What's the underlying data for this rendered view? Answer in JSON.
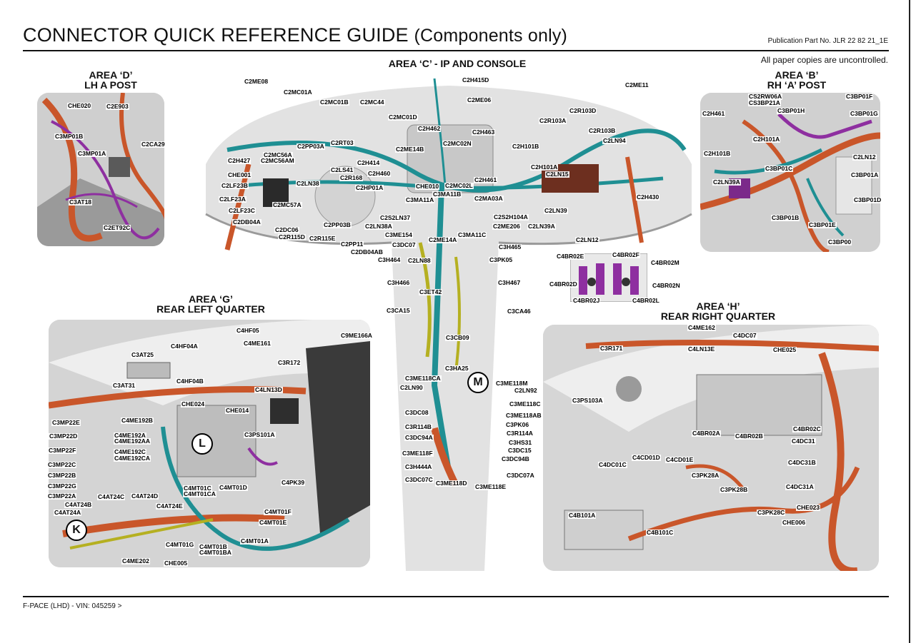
{
  "header": {
    "title": "CONNECTOR QUICK REFERENCE GUIDE",
    "title_suffix": "(Components only)",
    "publication": "Publication Part No. JLR 22 82 21_1E",
    "copies_note": "All paper copies are uncontrolled."
  },
  "footer": {
    "vehicle": "F-PACE (LHD) - VIN: 045259 >"
  },
  "colors": {
    "harness_teal": "#1f8f93",
    "harness_orange": "#c9562a",
    "harness_purple": "#8e2fa0",
    "harness_yellow": "#b5b021",
    "body_grey": "#c8c8c8"
  },
  "areas": {
    "d": {
      "line1": "AREA ‘D’",
      "line2": "LH A POST",
      "labels": [
        "CHE020",
        "C2E903",
        "C3MP01B",
        "C3MP01A",
        "C2CA29",
        "C3AT18",
        "C2ET92C"
      ]
    },
    "c": {
      "line1": "AREA ‘C’ - IP AND CONSOLE",
      "labels": [
        "C2ME08",
        "C2H415D",
        "C2ME11",
        "C2MC01A",
        "C2ME06",
        "C2MC01B",
        "C2MC44",
        "C2R103D",
        "C2MC01D",
        "C2R103A",
        "C2H462",
        "C2H463",
        "C2R103B",
        "C2RT03",
        "C2PP03A",
        "C2ME14B",
        "C2MC02N",
        "C2H101B",
        "C2LN94",
        "C2H427",
        "C2MC56A",
        "C2MC56AM",
        "C2H414",
        "C2H101A",
        "C2LS41",
        "C2H460",
        "C2LN15",
        "CHE001",
        "C2R168",
        "C2LN38",
        "C2HP01A",
        "CHE010",
        "C2MC02L",
        "C2H461",
        "C2LF23B",
        "C3MA11B",
        "C2LF23A",
        "C3MA11A",
        "C2MA03A",
        "C2H430",
        "C2LF23C",
        "C2MC57A",
        "C2LN39",
        "C2DB04A",
        "C2PP03B",
        "C2LN38A",
        "C2S2LN37",
        "C2S2H104A",
        "C2DC06",
        "C2ME206",
        "C2LN39A",
        "C2R115D",
        "C2R115E",
        "C3ME154",
        "C3MA11C",
        "C2LN12",
        "C2PP11",
        "C2ME14A",
        "C3DC07",
        "C2DB04AB",
        "C3H465",
        "C3H464",
        "C2LN88",
        "C3PK05",
        "C3H466",
        "C3H467",
        "C3ET42",
        "C3CA15",
        "C3CA46",
        "C3CB09",
        "C3HA25",
        "C3ME118CA",
        "C3ME118M",
        "C2LN90",
        "C2LN92",
        "C3ME118C",
        "C3DC08",
        "C3ME118AB",
        "C3PK06",
        "C3R114B",
        "C3R114A",
        "C3DC94A",
        "C3HS31",
        "C3ME118F",
        "C3DC15",
        "C3DC94B",
        "C3H444A",
        "C3DC07A",
        "C3DC07C",
        "C3ME118D",
        "C3ME118E"
      ]
    },
    "b": {
      "line1": "AREA ‘B’",
      "line2": "RH ‘A’ POST",
      "labels": [
        "CS2RW06A",
        "CS3BP21A",
        "C3BP01F",
        "C2H461",
        "C3BP01H",
        "C3BP01G",
        "C2H101A",
        "C2H101B",
        "C2LN12",
        "C3BP01C",
        "C2LN39A",
        "C3BP01A",
        "C3BP01D",
        "C3BP01B",
        "C3BP01E",
        "C3BP00"
      ]
    },
    "bf": {
      "labels": [
        "C4BR02E",
        "C4BR02F",
        "C4BR02M",
        "C4BR02D",
        "C4BR02N",
        "C4BR02J",
        "C4BR02L"
      ]
    },
    "g": {
      "line1": "AREA ‘G’",
      "line2": "REAR LEFT QUARTER",
      "labels": [
        "C4HF05",
        "C9ME166A",
        "C4ME161",
        "C3AT25",
        "C4HF04A",
        "C3R172",
        "C3AT31",
        "C4HF04B",
        "C4LN13D",
        "CHE024",
        "CHE014",
        "C3MP22E",
        "C4ME192B",
        "C3PS101A",
        "C3MP22D",
        "C4ME192A",
        "C4ME192AA",
        "C3MP22F",
        "C4ME192C",
        "C4ME192CA",
        "C3MP22C",
        "C3MP22B",
        "C4PK39",
        "C3MP22G",
        "C4MT01C",
        "C4MT01CA",
        "C4MT01D",
        "C3MP22A",
        "C4AT24C",
        "C4AT24D",
        "C4AT24B",
        "C4AT24E",
        "C4MT01F",
        "C4AT24A",
        "C4MT01E",
        "C4MT01G",
        "C4MT01B",
        "C4MT01BA",
        "C4MT01A",
        "C4ME202",
        "CHE005"
      ]
    },
    "h": {
      "line1": "AREA ‘H’",
      "line2": "REAR RIGHT QUARTER",
      "labels": [
        "C4ME162",
        "C4DC07",
        "C3R171",
        "C4LN13E",
        "CHE025",
        "C3PS103A",
        "C4BR02A",
        "C4BR02B",
        "C4BR02C",
        "C4DC31",
        "C4CD01D",
        "C4CD01E",
        "C4DC01C",
        "C4DC31B",
        "C3PK28A",
        "C3PK28B",
        "C4DC31A",
        "CHE023",
        "C3PK28C",
        "C4B101A",
        "CHE006",
        "C4B101C"
      ]
    }
  },
  "markers": [
    "L",
    "K",
    "M"
  ]
}
